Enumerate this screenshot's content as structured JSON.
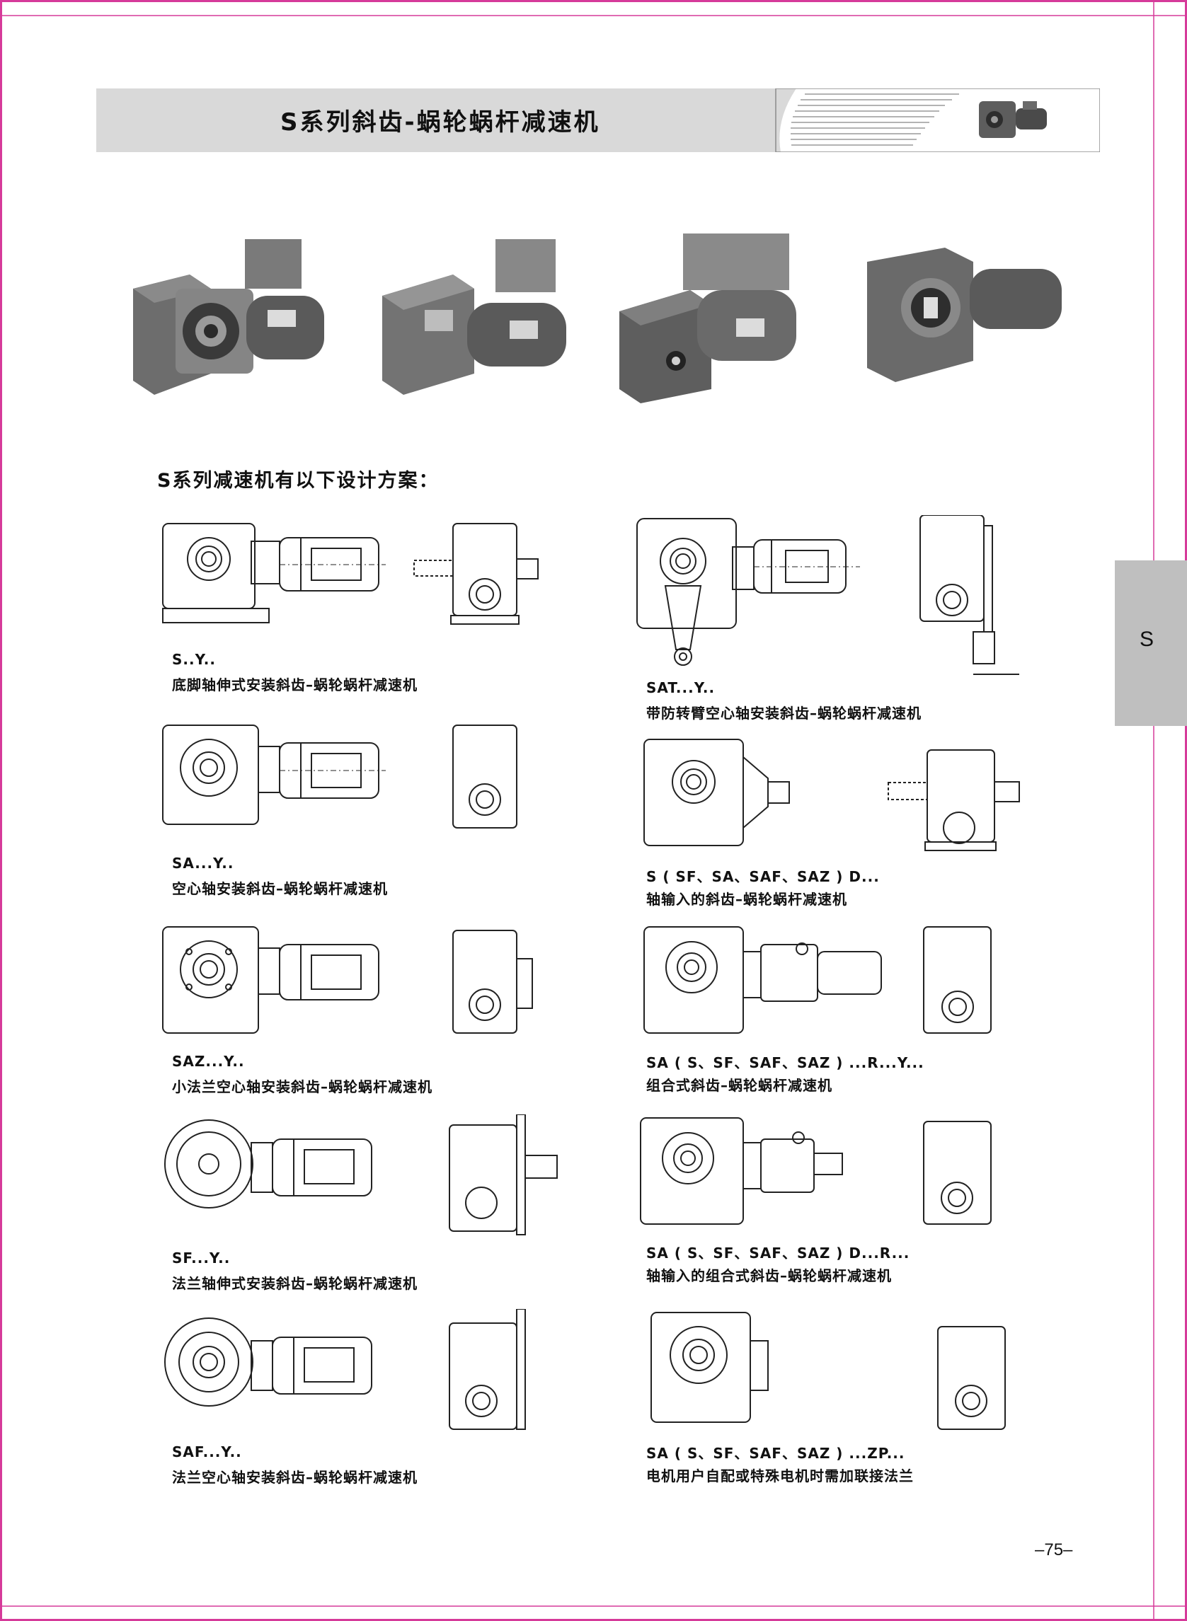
{
  "header": {
    "title": "S系列斜齿-蜗轮蜗杆减速机"
  },
  "photos": [
    {
      "name": "photo-gear-motor-1"
    },
    {
      "name": "photo-gear-motor-2"
    },
    {
      "name": "photo-gear-motor-3"
    },
    {
      "name": "photo-gear-motor-4"
    }
  ],
  "section_heading": "S系列减速机有以下设计方案：",
  "side_tab": {
    "label": "S"
  },
  "items": [
    {
      "code": "S..Y..",
      "desc": "底脚轴伸式安装斜齿–蜗轮蜗杆减速机"
    },
    {
      "code": "SAT...Y..",
      "desc": "带防转臂空心轴安装斜齿–蜗轮蜗杆减速机"
    },
    {
      "code": "SA...Y..",
      "desc": "空心轴安装斜齿–蜗轮蜗杆减速机"
    },
    {
      "code": "S ( SF、SA、SAF、SAZ ) D...",
      "desc": "轴输入的斜齿–蜗轮蜗杆减速机"
    },
    {
      "code": "SAZ...Y..",
      "desc": "小法兰空心轴安装斜齿–蜗轮蜗杆减速机"
    },
    {
      "code": "SA ( S、SF、SAF、SAZ ) ...R...Y...",
      "desc": "组合式斜齿–蜗轮蜗杆减速机"
    },
    {
      "code": "SF...Y..",
      "desc": "法兰轴伸式安装斜齿–蜗轮蜗杆减速机"
    },
    {
      "code": "SA ( S、SF、SAF、SAZ ) D...R...",
      "desc": "轴输入的组合式斜齿–蜗轮蜗杆减速机"
    },
    {
      "code": "SAF...Y..",
      "desc": "法兰空心轴安装斜齿–蜗轮蜗杆减速机"
    },
    {
      "code": "SA ( S、SF、SAF、SAZ ) ...ZP...",
      "desc": "电机用户自配或特殊电机时需加联接法兰"
    }
  ],
  "page_number": "–75–",
  "colors": {
    "border": "#d63a9a",
    "header_band": "#d9d9d9",
    "side_tab": "#bfbfbf"
  }
}
